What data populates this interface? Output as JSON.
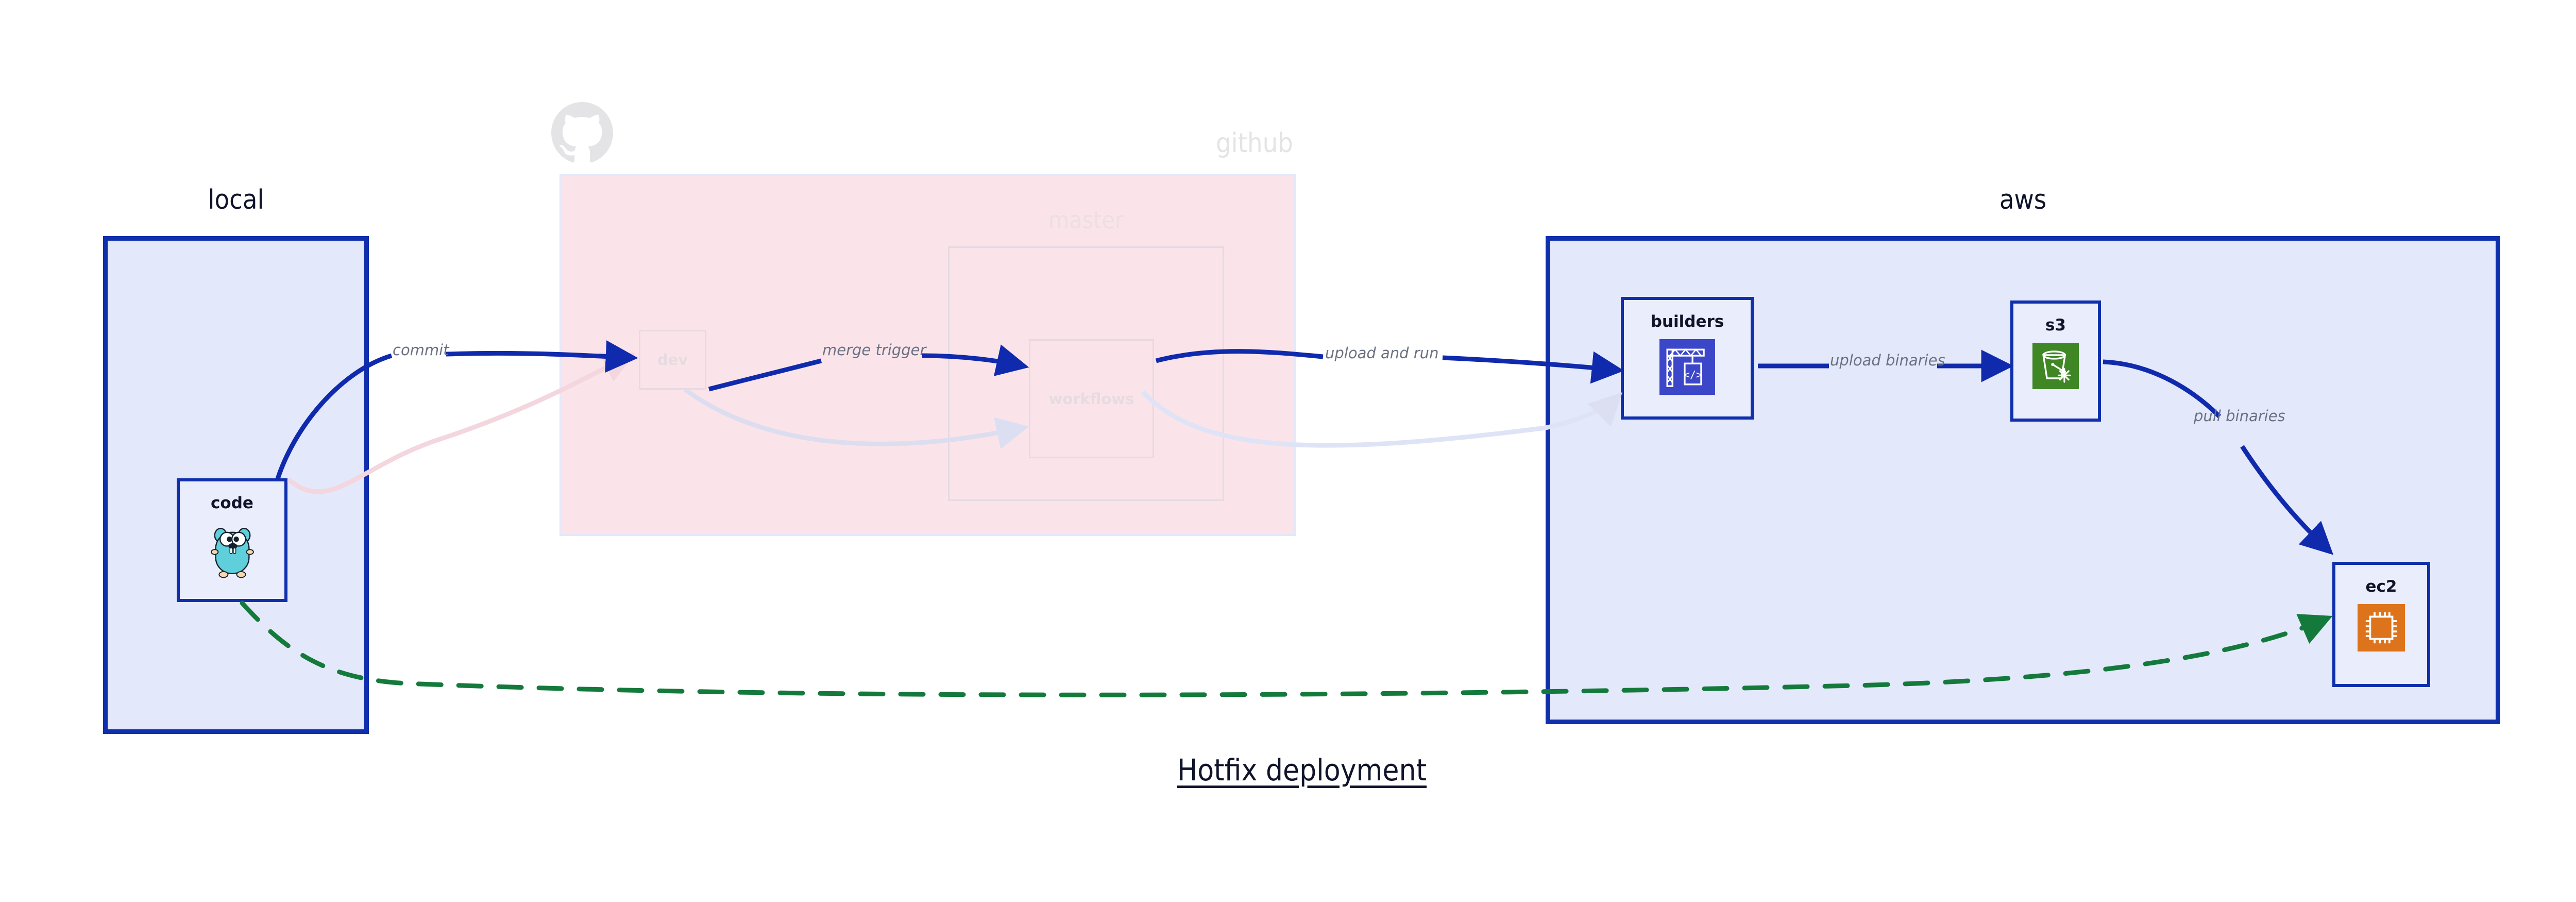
{
  "figure": {
    "caption": "Hotfix deployment"
  },
  "groups": [
    {
      "id": "local",
      "title": "local",
      "style": "solid",
      "accent": "#0f2fad",
      "fill": "#e3e8fb"
    },
    {
      "id": "github",
      "title": "github",
      "style": "faded",
      "accent": "#e3e8fb",
      "fill": "#fae4ea",
      "logo": "github-octocat-icon"
    },
    {
      "id": "master",
      "title": "master",
      "style": "faded",
      "accent": "#e8d9e0",
      "fill": "transparent"
    },
    {
      "id": "aws",
      "title": "aws",
      "style": "solid",
      "accent": "#0f2fad",
      "fill": "#e3e8fb"
    }
  ],
  "nodes": [
    {
      "id": "code",
      "label": "code",
      "icon": "go-gopher-icon",
      "state": "active"
    },
    {
      "id": "dev",
      "label": "dev",
      "icon": "none",
      "state": "faded"
    },
    {
      "id": "workflows",
      "label": "workflows",
      "icon": "none",
      "state": "faded"
    },
    {
      "id": "builders",
      "label": "builders",
      "icon": "aws-codebuild-crane-icon",
      "icon_color": "#3c46c8",
      "state": "active"
    },
    {
      "id": "s3",
      "label": "s3",
      "icon": "aws-s3-glacier-bucket-icon",
      "icon_color": "#3f8624",
      "state": "active"
    },
    {
      "id": "ec2",
      "label": "ec2",
      "icon": "aws-ec2-chip-icon",
      "icon_color": "#dd741b",
      "state": "active"
    }
  ],
  "edges": [
    {
      "id": "commit",
      "label": "commit",
      "from": "code",
      "to": "dev",
      "style": "solid",
      "color": "#102aad"
    },
    {
      "id": "merge-trigger",
      "label": "merge trigger",
      "from": "dev",
      "to": "workflows",
      "style": "solid",
      "color": "#102aad"
    },
    {
      "id": "upload-and-run",
      "label": "upload and run",
      "from": "workflows",
      "to": "builders",
      "style": "solid",
      "color": "#102aad"
    },
    {
      "id": "upload-binaries",
      "label": "upload binaries",
      "from": "builders",
      "to": "s3",
      "style": "solid",
      "color": "#102aad"
    },
    {
      "id": "pull-binaries",
      "label": "pull binaries",
      "from": "s3",
      "to": "ec2",
      "style": "solid",
      "color": "#102aad"
    },
    {
      "id": "hotfix-direct",
      "label": "",
      "from": "code",
      "to": "ec2",
      "style": "dashed",
      "color": "#147a3c"
    },
    {
      "id": "faded-code-dev",
      "label": "",
      "from": "code",
      "to": "dev",
      "style": "solid",
      "color": "#f3d6de"
    },
    {
      "id": "faded-dev-wf",
      "label": "",
      "from": "dev",
      "to": "workflows",
      "style": "solid",
      "color": "#ddddf0"
    },
    {
      "id": "faded-wf-build",
      "label": "",
      "from": "workflows",
      "to": "builders",
      "style": "solid",
      "color": "#dfe3f6"
    }
  ],
  "colors": {
    "brand_blue": "#0f2fad",
    "group_fill_blue": "#e3e8fb",
    "node_fill_blue": "#eaeefc",
    "github_pink": "#fae4ea",
    "edge_label_gray": "#6a7182",
    "dashed_green": "#147a3c",
    "gopher_cyan": "#5ecfdb",
    "codebuild_indigo": "#3c46c8",
    "s3_green": "#3f8624",
    "ec2_orange": "#dd741b",
    "title_ink": "#10142a"
  }
}
